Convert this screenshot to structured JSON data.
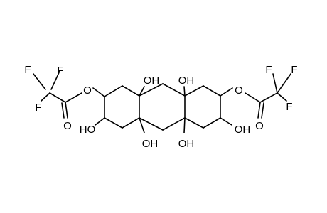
{
  "structure": {
    "labels": {
      "f_left_top_1": "F",
      "f_left_top_2": "F",
      "f_left_bottom": "F",
      "o_ester_left": "O",
      "o_carbonyl_left": "O",
      "oh_left": "HO",
      "oh_ring_top_left": "OH",
      "oh_ring_top_right": "OH",
      "oh_ring_bottom_left": "OH",
      "oh_ring_bottom_right": "OH",
      "o_ester_right": "O",
      "o_carbonyl_right": "O",
      "oh_right": "OH",
      "f_right_top_1": "F",
      "f_right_top_2": "F",
      "f_right_bottom": "F"
    },
    "colors": {
      "bond": "#000000",
      "text": "#000000",
      "background": "#ffffff"
    }
  }
}
